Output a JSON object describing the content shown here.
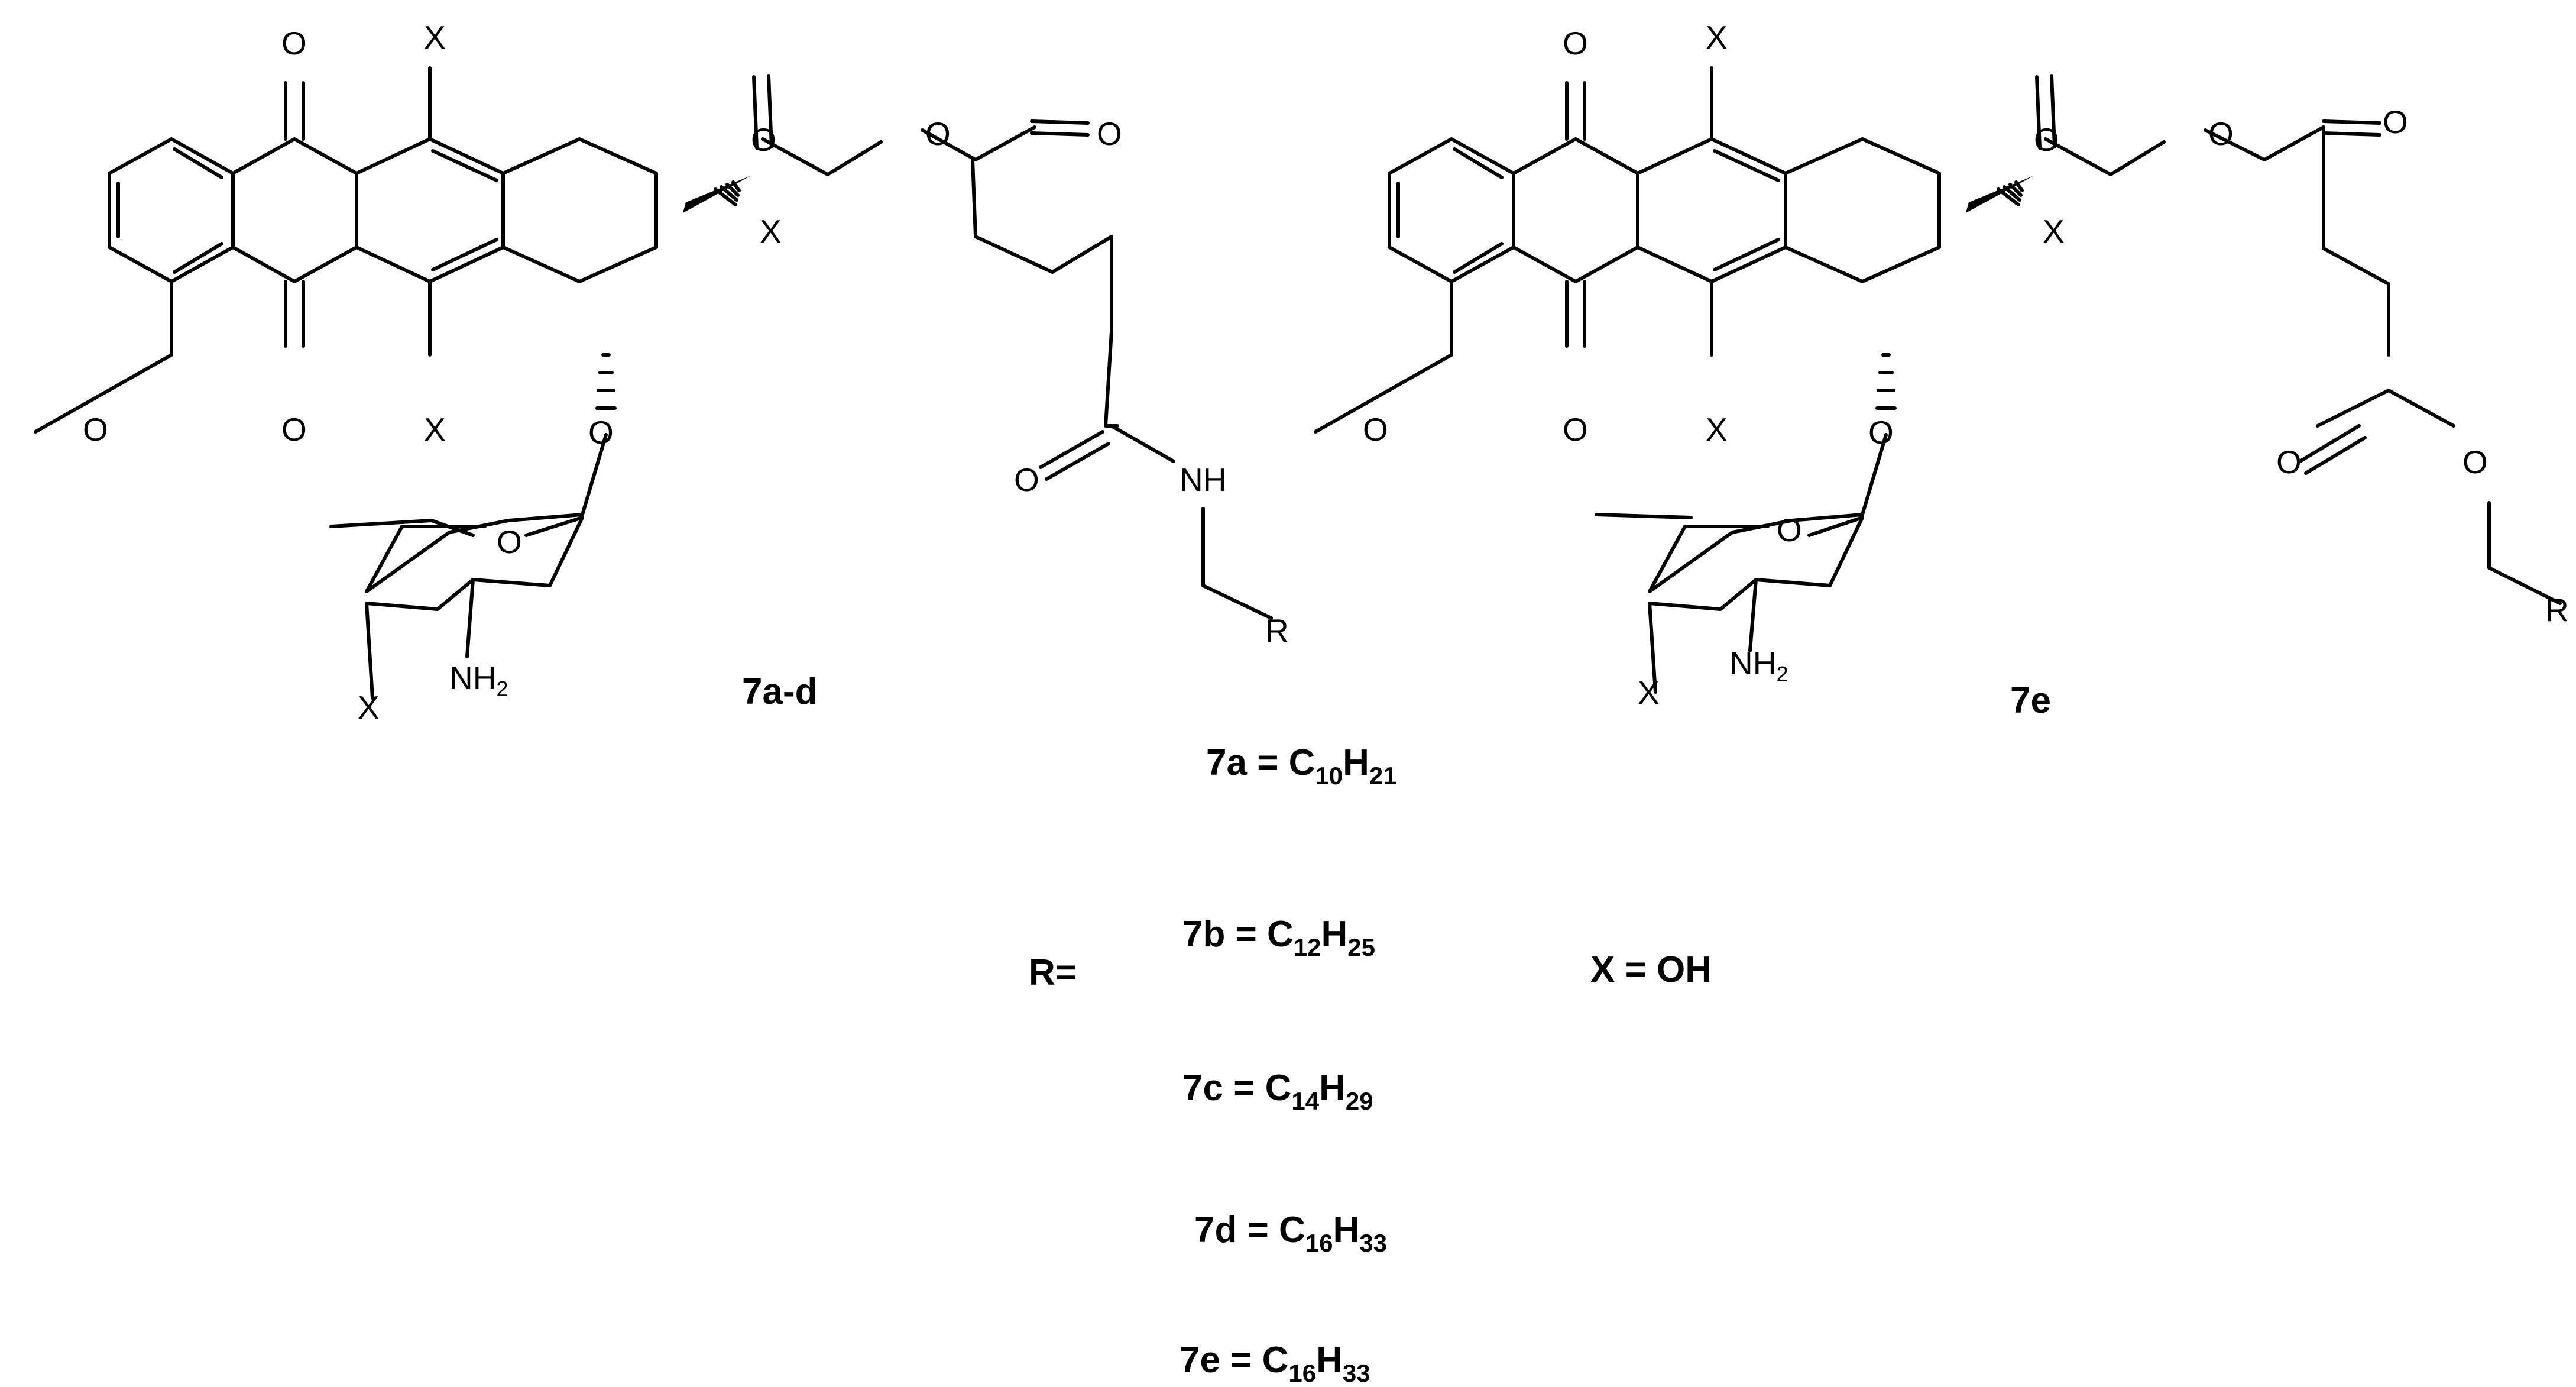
{
  "atoms": {
    "O": "O",
    "X": "X",
    "NH": "NH",
    "NH2_main": "NH",
    "NH2_sub": "2",
    "R": "R"
  },
  "compound_labels": {
    "left": "7a-d",
    "right": "7e"
  },
  "r_groups": {
    "r_label": "R=",
    "x_label": "X = OH",
    "entries": [
      {
        "name": "7a",
        "eq": " = C",
        "c_sub": "10",
        "h": "H",
        "h_sub": "21"
      },
      {
        "name": "7b",
        "eq": " = C",
        "c_sub": "12",
        "h": "H",
        "h_sub": "25"
      },
      {
        "name": "7c",
        "eq": " = C",
        "c_sub": "14",
        "h": "H",
        "h_sub": "29"
      },
      {
        "name": "7d",
        "eq": " = C",
        "c_sub": "16",
        "h": "H",
        "h_sub": "33"
      },
      {
        "name": "7e",
        "eq": " = C",
        "c_sub": "16",
        "h": "H",
        "h_sub": "33"
      }
    ]
  },
  "colors": {
    "ink": "#000000",
    "background": "#ffffff"
  }
}
